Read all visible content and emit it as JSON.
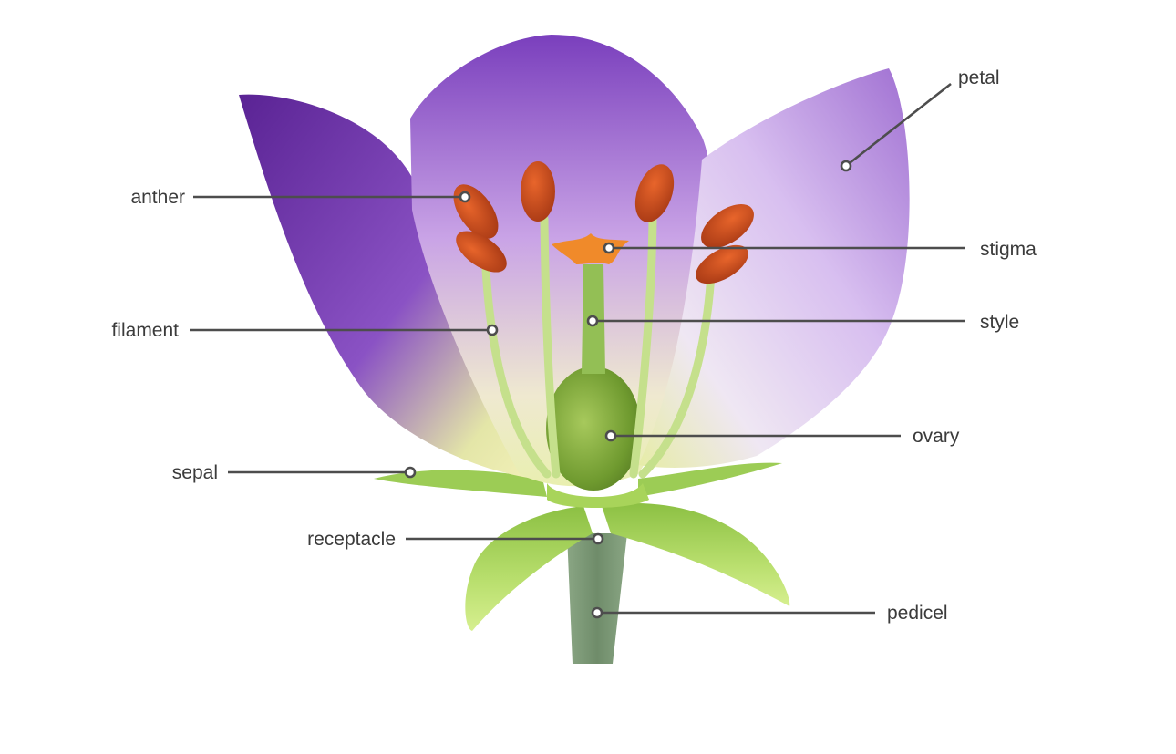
{
  "labels": {
    "petal": "petal",
    "anther": "anther",
    "stigma": "stigma",
    "filament": "filament",
    "style": "style",
    "ovary": "ovary",
    "sepal": "sepal",
    "receptacle": "receptacle",
    "pedicel": "pedicel"
  },
  "colors": {
    "petal_dark": "#6b2fa3",
    "petal_light": "#d9b8ee",
    "sepal": "#a8d45a",
    "stem": "#7f9a7a",
    "anther": "#c9471c",
    "leader": "#4d4d4d"
  }
}
